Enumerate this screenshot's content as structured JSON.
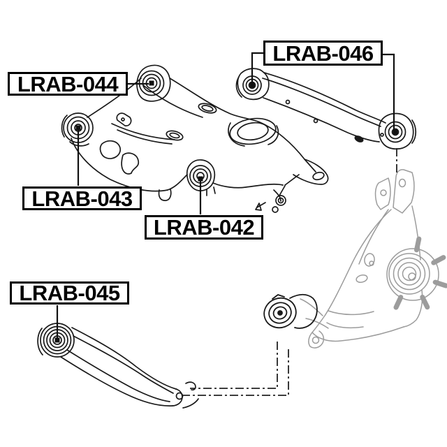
{
  "parts": [
    {
      "label": "LRAB-044"
    },
    {
      "label": "LRAB-046"
    },
    {
      "label": "LRAB-043"
    },
    {
      "label": "LRAB-042"
    },
    {
      "label": "LRAB-045"
    }
  ],
  "colors": {
    "background": "#ffffff",
    "line": "#1a1a1a",
    "ghost_part": "#9c9c9c",
    "label_border": "#000000",
    "label_text": "#000000"
  }
}
